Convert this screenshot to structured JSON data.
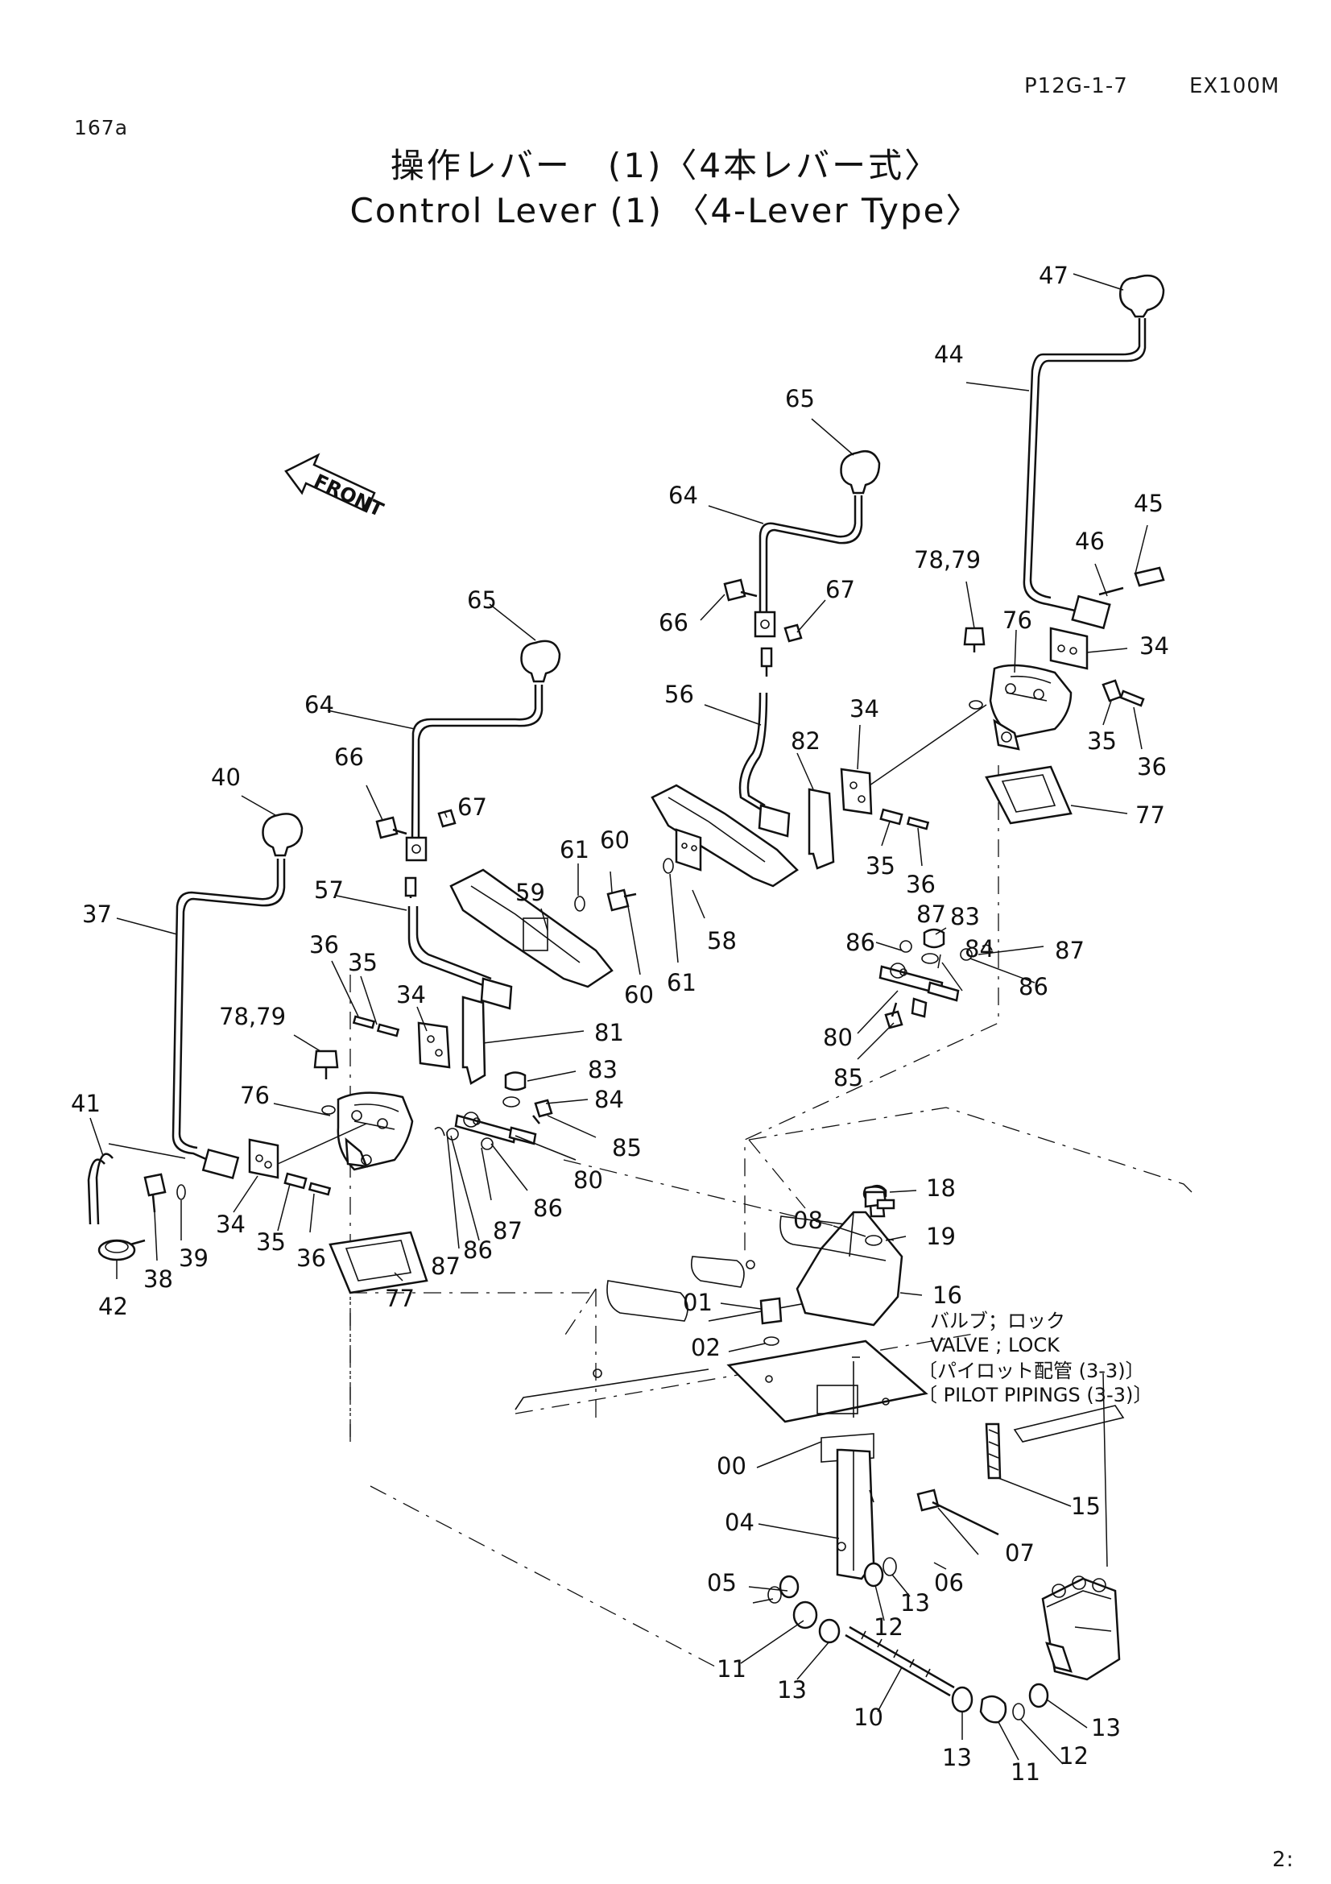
{
  "header": {
    "page_code": "P12G-1-7",
    "model": "EX100M",
    "figure_no": "167a",
    "page_corner": "2:"
  },
  "title": {
    "ja": "操作レバー　(1)〈4本レバー式〉",
    "en": "Control Lever (1) 〈4-Lever Type〉"
  },
  "front_arrow": "FRONT",
  "note": {
    "ja_line1": "バルブ；ロック",
    "en_line1": "VALVE ; LOCK",
    "ja_line2": "〔パイロット配管 (3-3)〕",
    "en_line2": "〔 PILOT PIPINGS (3-3)〕"
  },
  "callouts": {
    "c47": "47",
    "c44": "44",
    "c45": "45",
    "c46": "46",
    "c34a": "34",
    "c7879a": "78,79",
    "c76a": "76",
    "c35a": "35",
    "c36a": "36",
    "c77a": "77",
    "c65a": "65",
    "c64a": "64",
    "c66a": "66",
    "c67a": "67",
    "c56": "56",
    "c34b": "34",
    "c82": "82",
    "c35b": "35",
    "c36b": "36",
    "c83a": "83",
    "c87a": "87",
    "c84a": "84",
    "c86a": "86",
    "c87b": "87",
    "c86b": "86",
    "c80a": "80",
    "c85a": "85",
    "c65b": "65",
    "c64b": "64",
    "c66b": "66",
    "c67b": "67",
    "c40": "40",
    "c37": "37",
    "c57": "57",
    "c59": "59",
    "c61a": "61",
    "c60a": "60",
    "c60b": "60",
    "c61b": "61",
    "c58": "58",
    "c36c": "36",
    "c35c": "35",
    "c34c": "34",
    "c81": "81",
    "c7879b": "78,79",
    "c83b": "83",
    "c84b": "84",
    "c85b": "85",
    "c76b": "76",
    "c80b": "80",
    "c86c": "86",
    "c87c": "87",
    "c86d": "86",
    "c87d": "87",
    "c41": "41",
    "c34d": "34",
    "c35d": "35",
    "c36d": "36",
    "c39": "39",
    "c38": "38",
    "c42": "42",
    "c77b": "77",
    "c18": "18",
    "c08": "08",
    "c19": "19",
    "c16": "16",
    "c01": "01",
    "c02": "02",
    "c00": "00",
    "c15": "15",
    "c04": "04",
    "c07": "07",
    "c06": "06",
    "c05": "05",
    "c13a": "13",
    "c12a": "12",
    "c11a": "11",
    "c13b": "13",
    "c10": "10",
    "c13c": "13",
    "c11b": "11",
    "c12b": "12",
    "c13d": "13"
  }
}
